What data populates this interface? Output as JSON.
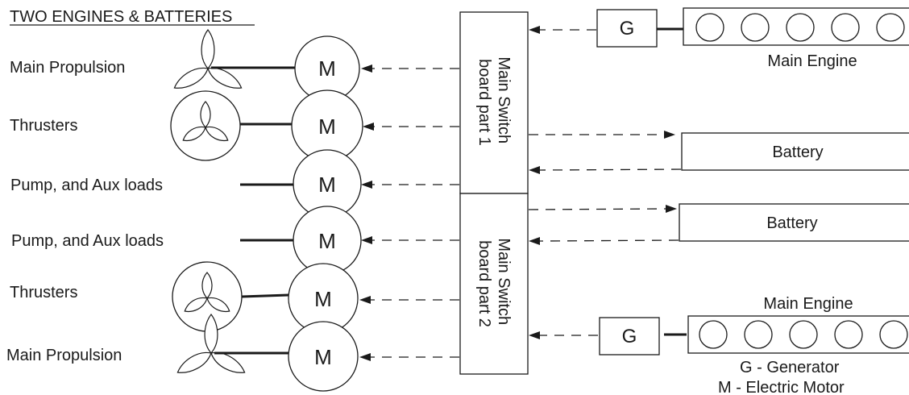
{
  "title": "TWO ENGINES & BATTERIES",
  "switchboards": [
    {
      "label_line1": "Main Switch",
      "label_line2": "board part 1"
    },
    {
      "label_line1": "Main Switch",
      "label_line2": "board part 2"
    }
  ],
  "loads": [
    {
      "label": "Main Propulsion",
      "motor": "M"
    },
    {
      "label": "Thrusters",
      "motor": "M"
    },
    {
      "label": "Pump, and Aux loads",
      "motor": "M"
    },
    {
      "label": "Pump, and Aux loads",
      "motor": "M"
    },
    {
      "label": "Thrusters",
      "motor": "M"
    },
    {
      "label": "Main Propulsion",
      "motor": "M"
    }
  ],
  "engines": [
    {
      "label": "Main Engine",
      "generator": "G"
    },
    {
      "label": "Main Engine",
      "generator": "G"
    }
  ],
  "batteries": [
    {
      "label": "Battery"
    },
    {
      "label": "Battery"
    }
  ],
  "legend": {
    "generator": "G - Generator",
    "motor": "M - Electric Motor"
  }
}
